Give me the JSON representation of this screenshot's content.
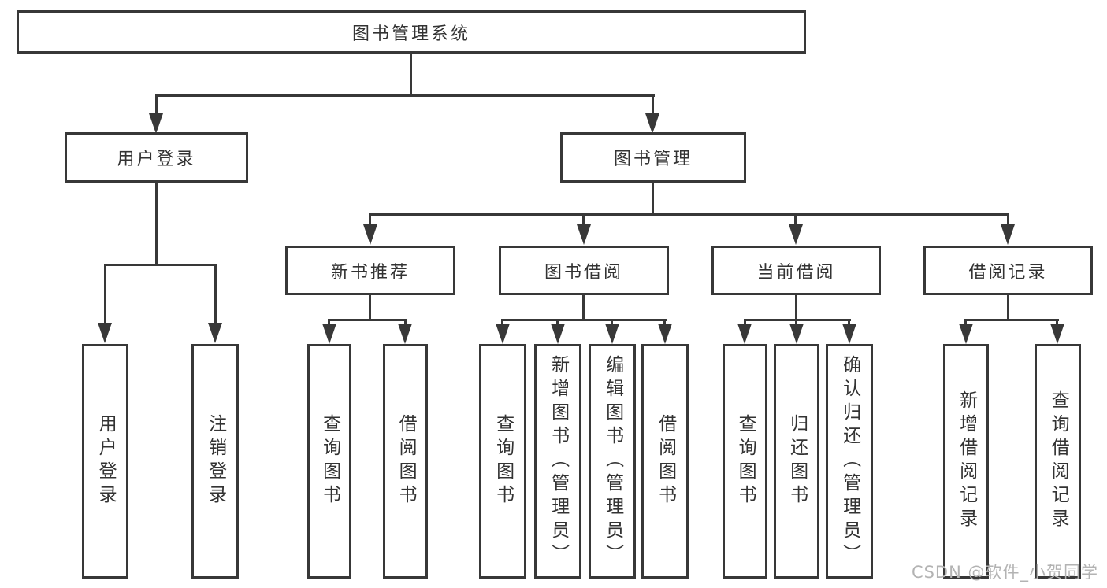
{
  "tree": {
    "root": {
      "label": "图书管理系统"
    },
    "branches": [
      {
        "label": "用户登录",
        "leaves": [
          {
            "label": "用户登录"
          },
          {
            "label": "注销登录"
          }
        ]
      },
      {
        "label": "图书管理",
        "children": [
          {
            "label": "新书推荐",
            "leaves": [
              {
                "label": "查询图书"
              },
              {
                "label": "借阅图书"
              }
            ]
          },
          {
            "label": "图书借阅",
            "leaves": [
              {
                "label": "查询图书"
              },
              {
                "label": "新增图书（管理员）"
              },
              {
                "label": "编辑图书（管理员）"
              },
              {
                "label": "借阅图书"
              }
            ]
          },
          {
            "label": "当前借阅",
            "leaves": [
              {
                "label": "查询图书"
              },
              {
                "label": "归还图书"
              },
              {
                "label": "确认归还（管理员）"
              }
            ]
          },
          {
            "label": "借阅记录",
            "leaves": [
              {
                "label": "新增借阅记录"
              },
              {
                "label": "查询借阅记录"
              }
            ]
          }
        ]
      }
    ]
  },
  "watermark": "CSDN @软件_小贺同学",
  "colors": {
    "line": "#383838",
    "text": "#333333",
    "watermark": "#b3b3b3",
    "background": "#ffffff"
  }
}
